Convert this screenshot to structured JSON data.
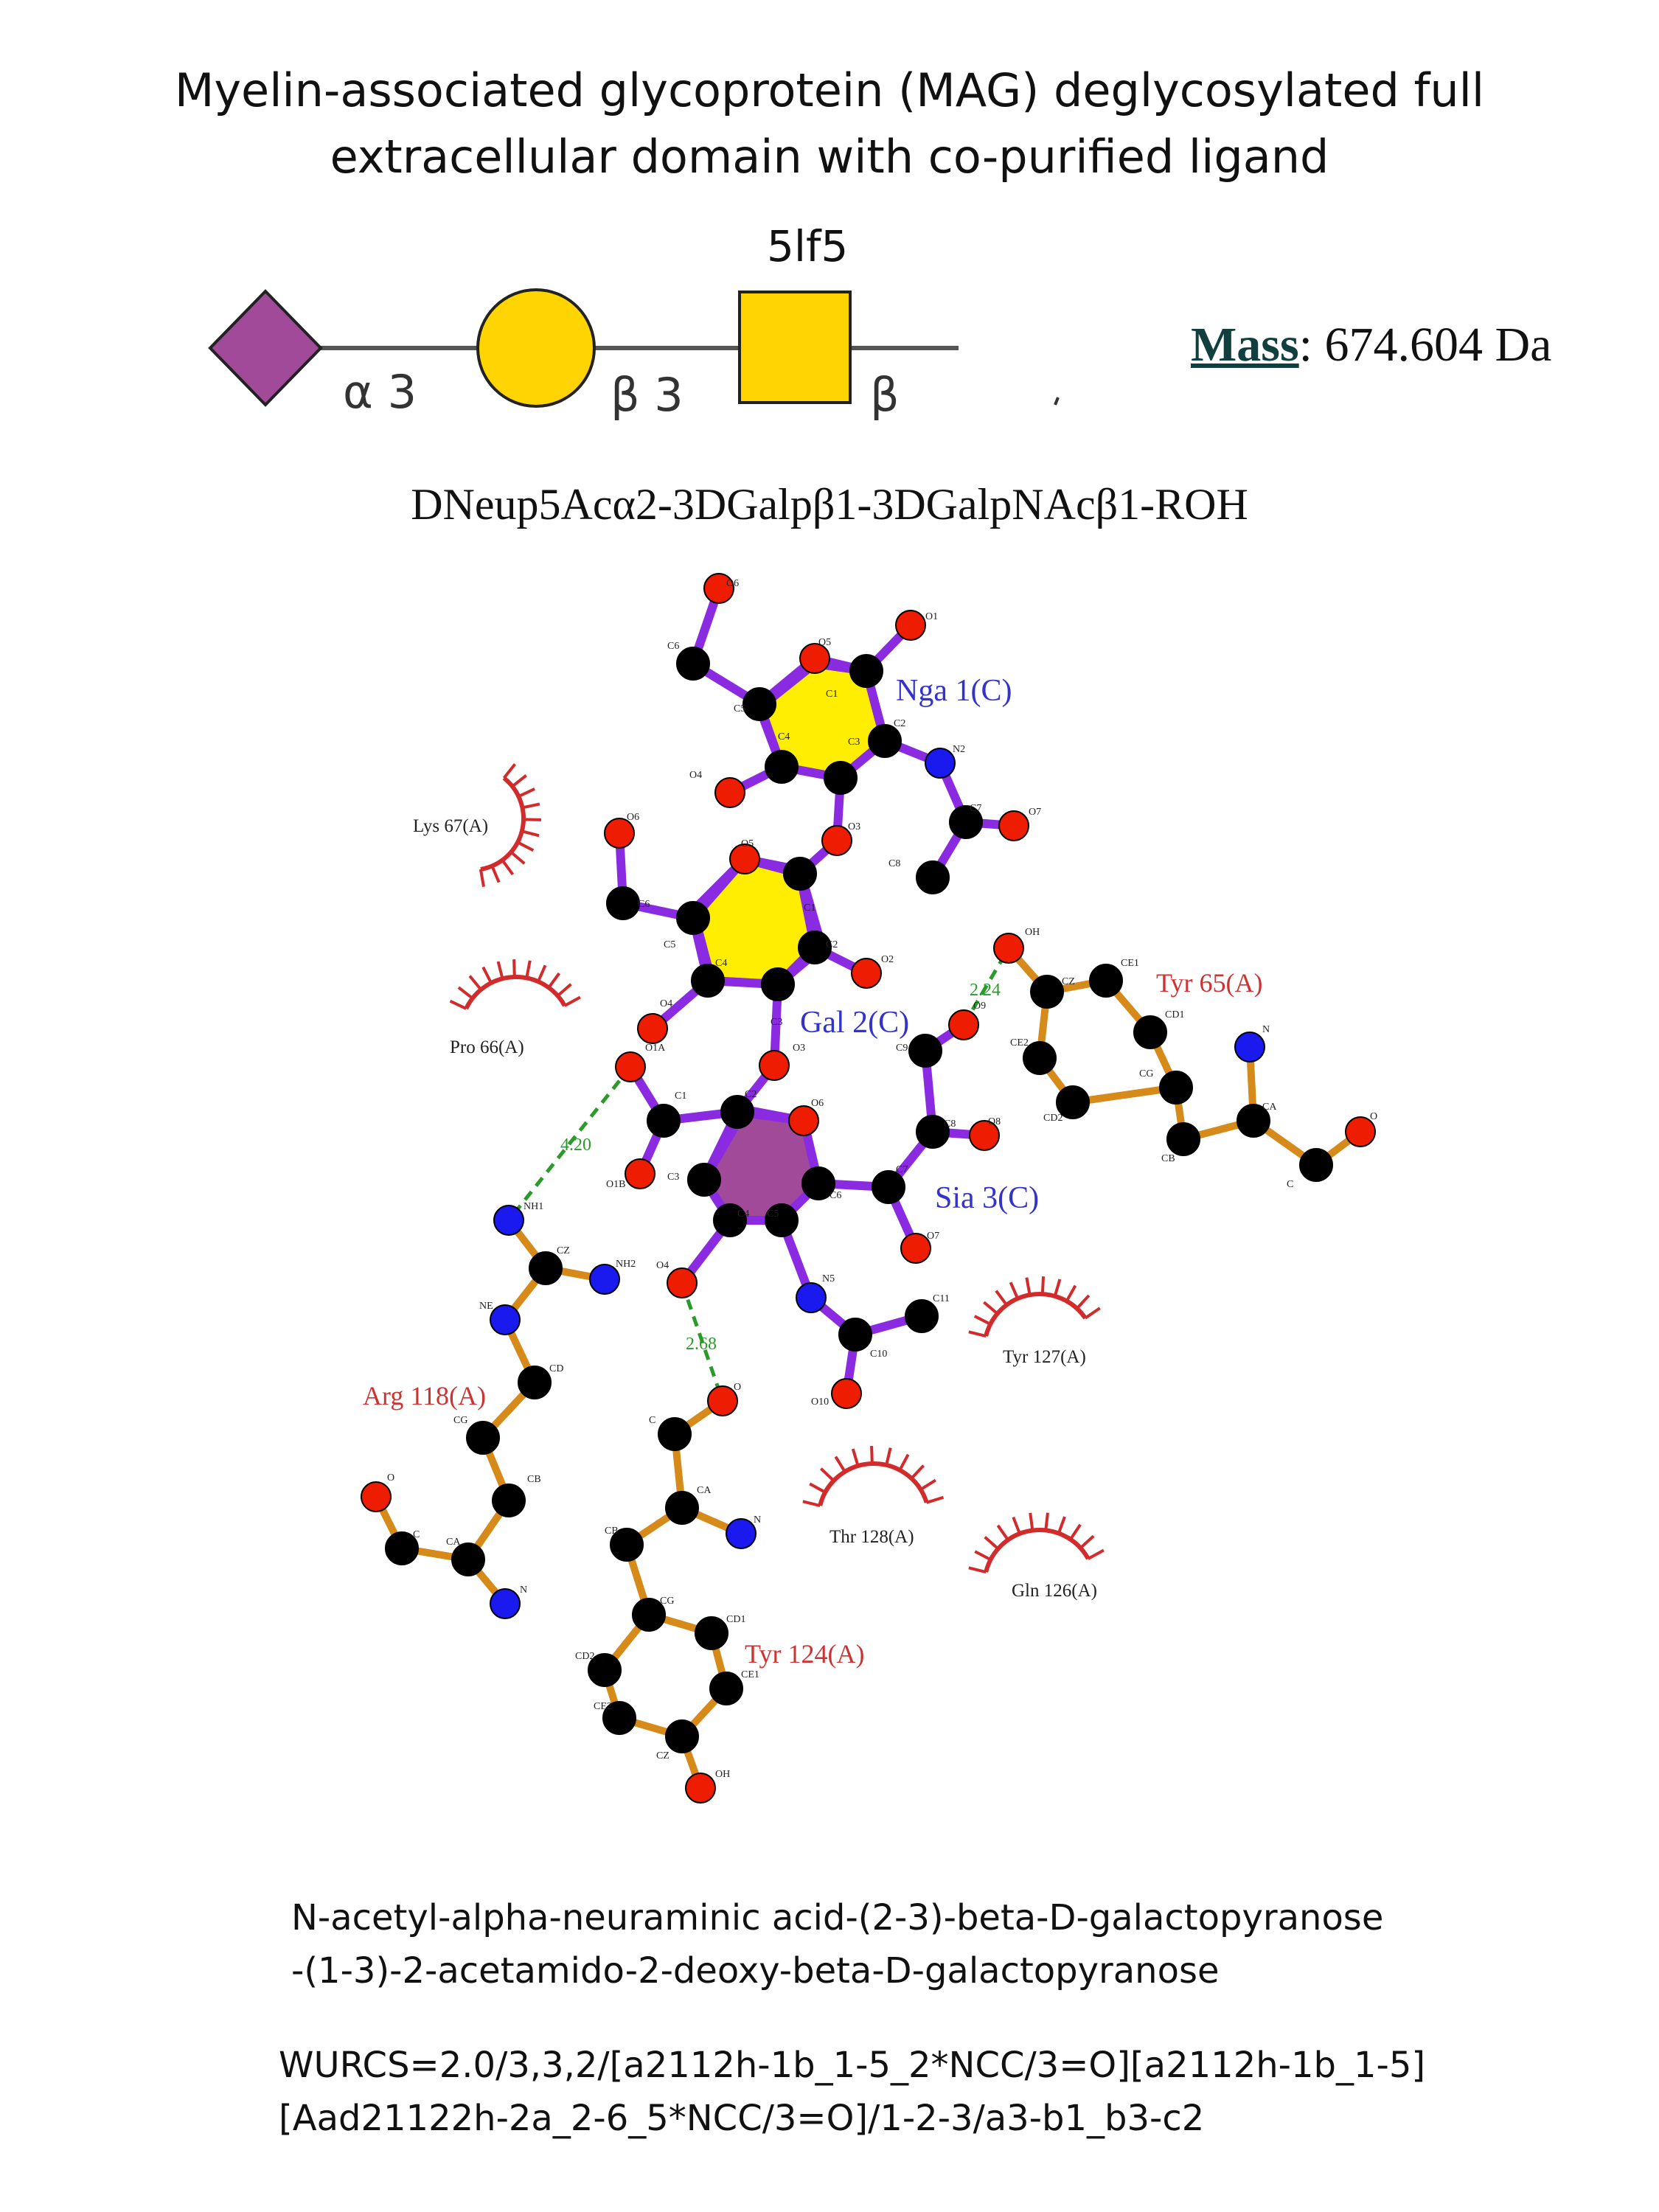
{
  "title_line1": "Myelin-associated glycoprotein (MAG) deglycosylated full",
  "title_line2": "extracellular domain with co-purified ligand",
  "pdb_id": "5lf5",
  "mass_label": "Mass",
  "mass_value": ": 674.604 Da",
  "iupac_short": "DNeup5Acα2-3DGalpβ1-3DGalpNAcβ1-ROH",
  "snfg": {
    "link1": "α 3",
    "link2": "β 3",
    "link3": "β",
    "colors": {
      "sialic": "#a24a9a",
      "galactose": "#ffd400",
      "line": "#555555"
    }
  },
  "residues": {
    "nga": "Nga 1(C)",
    "gal": "Gal 2(C)",
    "sia": "Sia 3(C)",
    "lys67": "Lys 67(A)",
    "pro66": "Pro 66(A)",
    "tyr65": "Tyr 65(A)",
    "tyr127": "Tyr 127(A)",
    "arg118": "Arg 118(A)",
    "thr128": "Thr 128(A)",
    "gln126": "Gln 126(A)",
    "tyr124": "Tyr 124(A)"
  },
  "hbonds": {
    "d1": "2.24",
    "d2": "4.20",
    "d3": "2.68"
  },
  "atom_labels": [
    "O6",
    "O1",
    "O5",
    "C6",
    "C1",
    "C5",
    "C4",
    "C2",
    "N2",
    "O4",
    "C3",
    "C7",
    "O7",
    "O3",
    "C8",
    "O6",
    "O5",
    "C6",
    "C1",
    "C5",
    "C2",
    "O2",
    "C4",
    "C3",
    "O4",
    "O3",
    "O1A",
    "C1",
    "C2",
    "O6",
    "O1B",
    "C3",
    "C6",
    "C7",
    "O8",
    "C8",
    "O9",
    "C9",
    "O7",
    "C4",
    "C5",
    "N5",
    "O4",
    "C11",
    "O10",
    "C10",
    "OH",
    "CE1",
    "CZ",
    "CD1",
    "CE2",
    "CG",
    "CD2",
    "N",
    "CA",
    "O",
    "CB",
    "C",
    "NH1",
    "CZ",
    "NH2",
    "NE",
    "CD",
    "CG",
    "CB",
    "O",
    "C",
    "CA",
    "N",
    "O",
    "C",
    "CA",
    "N",
    "CB",
    "CG",
    "CD1",
    "CD2",
    "CE1",
    "CE2",
    "CZ",
    "OH"
  ],
  "iupac_name_line1": "N-acetyl-alpha-neuraminic acid-(2-3)-beta-D-galactopyranose",
  "iupac_name_line2": "-(1-3)-2-acetamido-2-deoxy-beta-D-galactopyranose",
  "wurcs_line1": "WURCS=2.0/3,3,2/[a2112h-1b_1-5_2*NCC/3=O][a2112h-1b_1-5]",
  "wurcs_line2": "[Aad21122h-2a_2-6_5*NCC/3=O]/1-2-3/a3-b1_b3-c2"
}
